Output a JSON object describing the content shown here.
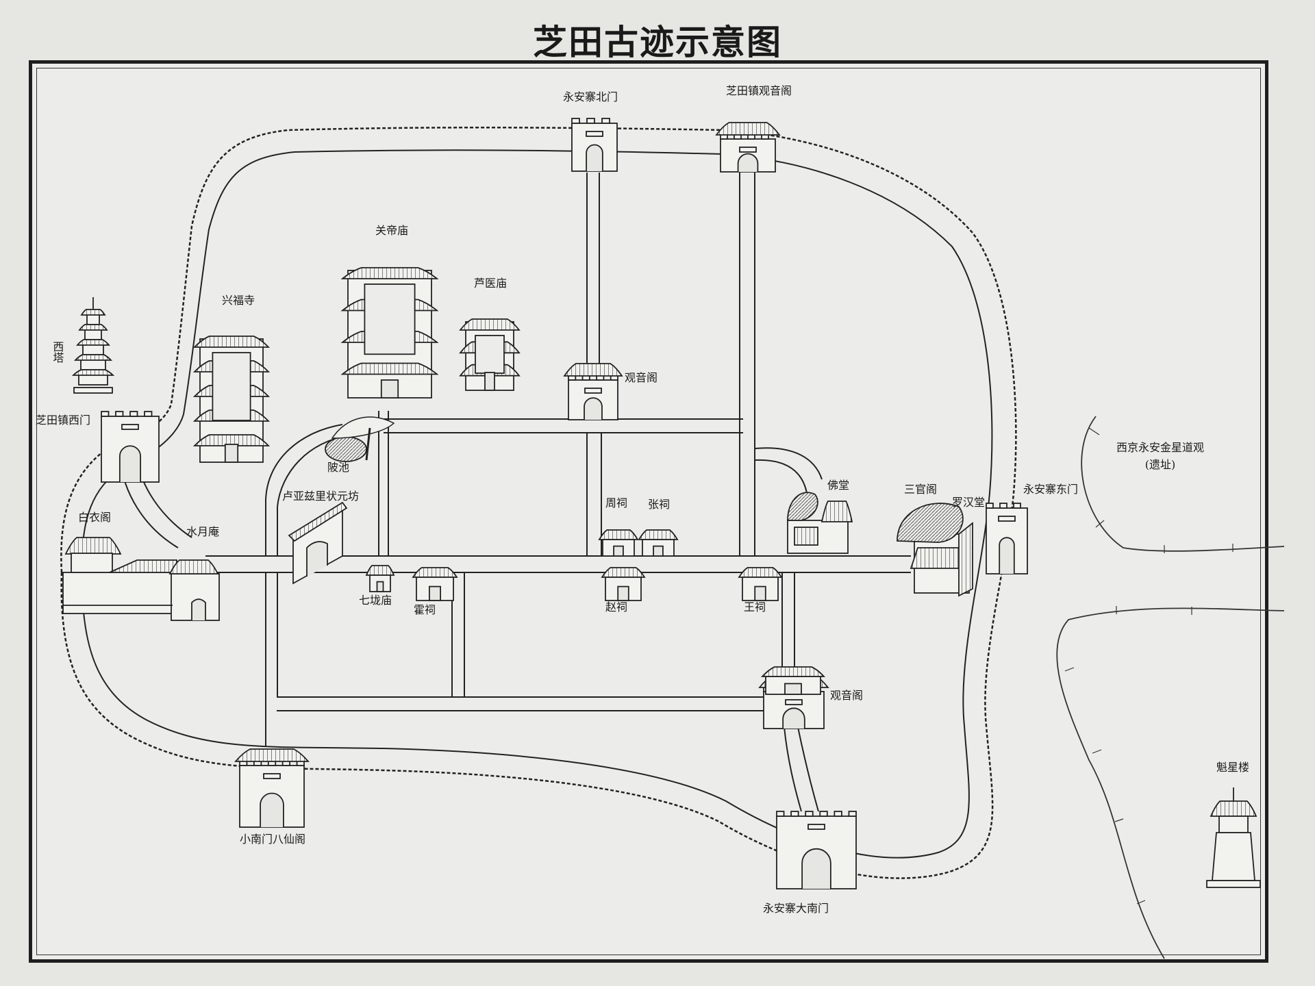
{
  "title": "芝田古迹示意图",
  "labels": {
    "north_gate": "永安寨北门",
    "guanyin_pavilion_town": "芝田镇观音阁",
    "guandi_temple": "关帝庙",
    "luyi_temple": "芦医庙",
    "xingfu_temple": "兴福寺",
    "west_pagoda": "西塔",
    "west_gate": "芝田镇西门",
    "guanyin_pavilion_mid": "观音阁",
    "pond": "陂池",
    "memorial_arch": "卢亚兹里状元坊",
    "baiyi_pavilion": "白衣阁",
    "shuiyue_nunnery": "水月庵",
    "zhou_shrine": "周祠",
    "zhang_shrine": "张祠",
    "buddha_hall": "佛堂",
    "sanguan_pavilion": "三官阁",
    "luohan_hall": "罗汉堂",
    "east_gate": "永安寨东门",
    "xijing_ruins": "西京永安金星道观",
    "xijing_ruins_note": "(遗址)",
    "qilong_temple": "七垅庙",
    "huo_shrine": "霍祠",
    "zhao_shrine": "赵祠",
    "wang_shrine": "王祠",
    "guanyin_pavilion_south": "观音阁",
    "small_south_gate": "小南门八仙阁",
    "big_south_gate": "永安寨大南门",
    "kuixing_tower": "魁星楼"
  }
}
